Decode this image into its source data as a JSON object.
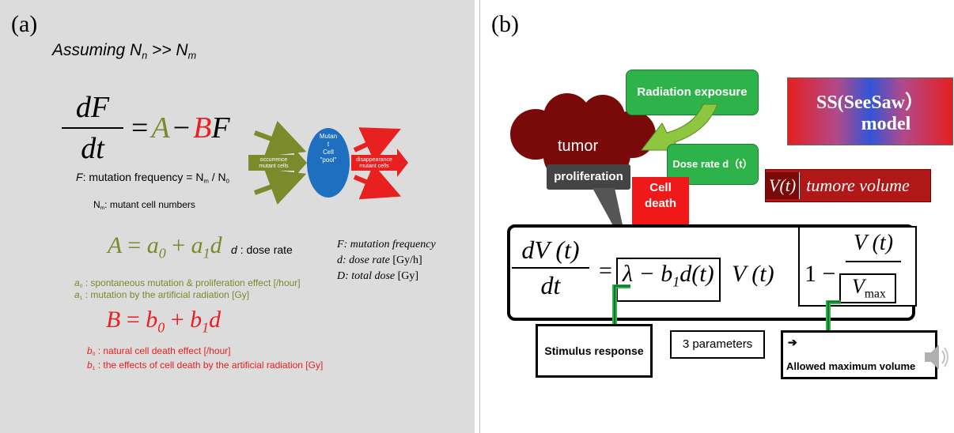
{
  "panel_a": {
    "label": "(a)",
    "assumption": {
      "text": "Assuming N",
      "sub_n": "n",
      "mid": " >> N",
      "sub_m": "m"
    },
    "main_eq": {
      "dF": "dF",
      "dt": "dt",
      "equals": "=",
      "A": "A",
      "minus": "−",
      "B": "B",
      "F": "F"
    },
    "f_def": {
      "F": "F",
      "text": ": mutation frequency = N",
      "sub_m": "m",
      "slash": " / N",
      "sub_0": "0"
    },
    "nm_def": {
      "N": "N",
      "sub_m": "m",
      "text": ": mutant cell numbers"
    },
    "pool": {
      "left_label": "occurrence\nmutant cells",
      "right_label": "disappearance\nmutant cells",
      "ellipse_text": "Mutan\nt\nCell\n\"pool\""
    },
    "a_eq": {
      "A": "A",
      "equals": "=",
      "a": "a",
      "sub0": "0",
      "plus": "+",
      "a1": "a",
      "sub1": "1",
      "d": "d"
    },
    "d_def": {
      "d": "d",
      "text": ": dose rate"
    },
    "legend": [
      {
        "sym": "F",
        "text": ": mutation frequency"
      },
      {
        "sym": "d",
        "text": ": dose rate",
        "unit": "[Gy/h]"
      },
      {
        "sym": "D",
        "text": ": total dose",
        "unit": "[Gy]"
      }
    ],
    "a0_def": {
      "a": "a",
      "sub": "0",
      "text": " :  spontaneous mutation & proliferation effect [/hour]"
    },
    "a1_def": {
      "a": "a",
      "sub": "1",
      "text": " :  mutation by the artificial radiation [Gy]"
    },
    "b_eq": {
      "B": "B",
      "equals": "=",
      "b": "b",
      "sub0": "0",
      "plus": "+",
      "b1": "b",
      "sub1": "1",
      "d": "d"
    },
    "b0_def": {
      "b": "b",
      "sub": "0",
      "text": " :  natural cell death effect [/hour]"
    },
    "b1_def": {
      "b": "b",
      "sub": "1",
      "text": " :  the effects of cell death by the artificial radiation [Gy]"
    }
  },
  "panel_b": {
    "label": "(b)",
    "radiation": "Radiation exposure",
    "ss_model_1": "SS(SeeSaw）",
    "ss_model_2": "model",
    "tumor": "tumor",
    "dose_rate": "Dose rate d（t）",
    "proliferation": "proliferation",
    "cell_death": "Cell\ndeath",
    "volume_label": {
      "V": "V",
      "t": "(t)",
      "text": "tumore volume"
    },
    "eq": {
      "dV": "dV (t)",
      "dt": "dt",
      "equals": "=",
      "lambda": "λ − b",
      "sub1": "1",
      "dt2": "d(t)",
      "Vt": "V (t)",
      "one": "1 −",
      "Vnum": "V (t)",
      "Vden": "V",
      "sub_max": "max"
    },
    "stimulus": "Stimulus response",
    "params": "3 parameters",
    "allowed": "Allowed maximum volume",
    "arrow_symbol": "➔"
  },
  "colors": {
    "olive": "#7b8a2b",
    "red": "#e82020",
    "green": "#2db34a",
    "tumor": "#7a0a0a",
    "ellipse": "#1e6fc0"
  }
}
